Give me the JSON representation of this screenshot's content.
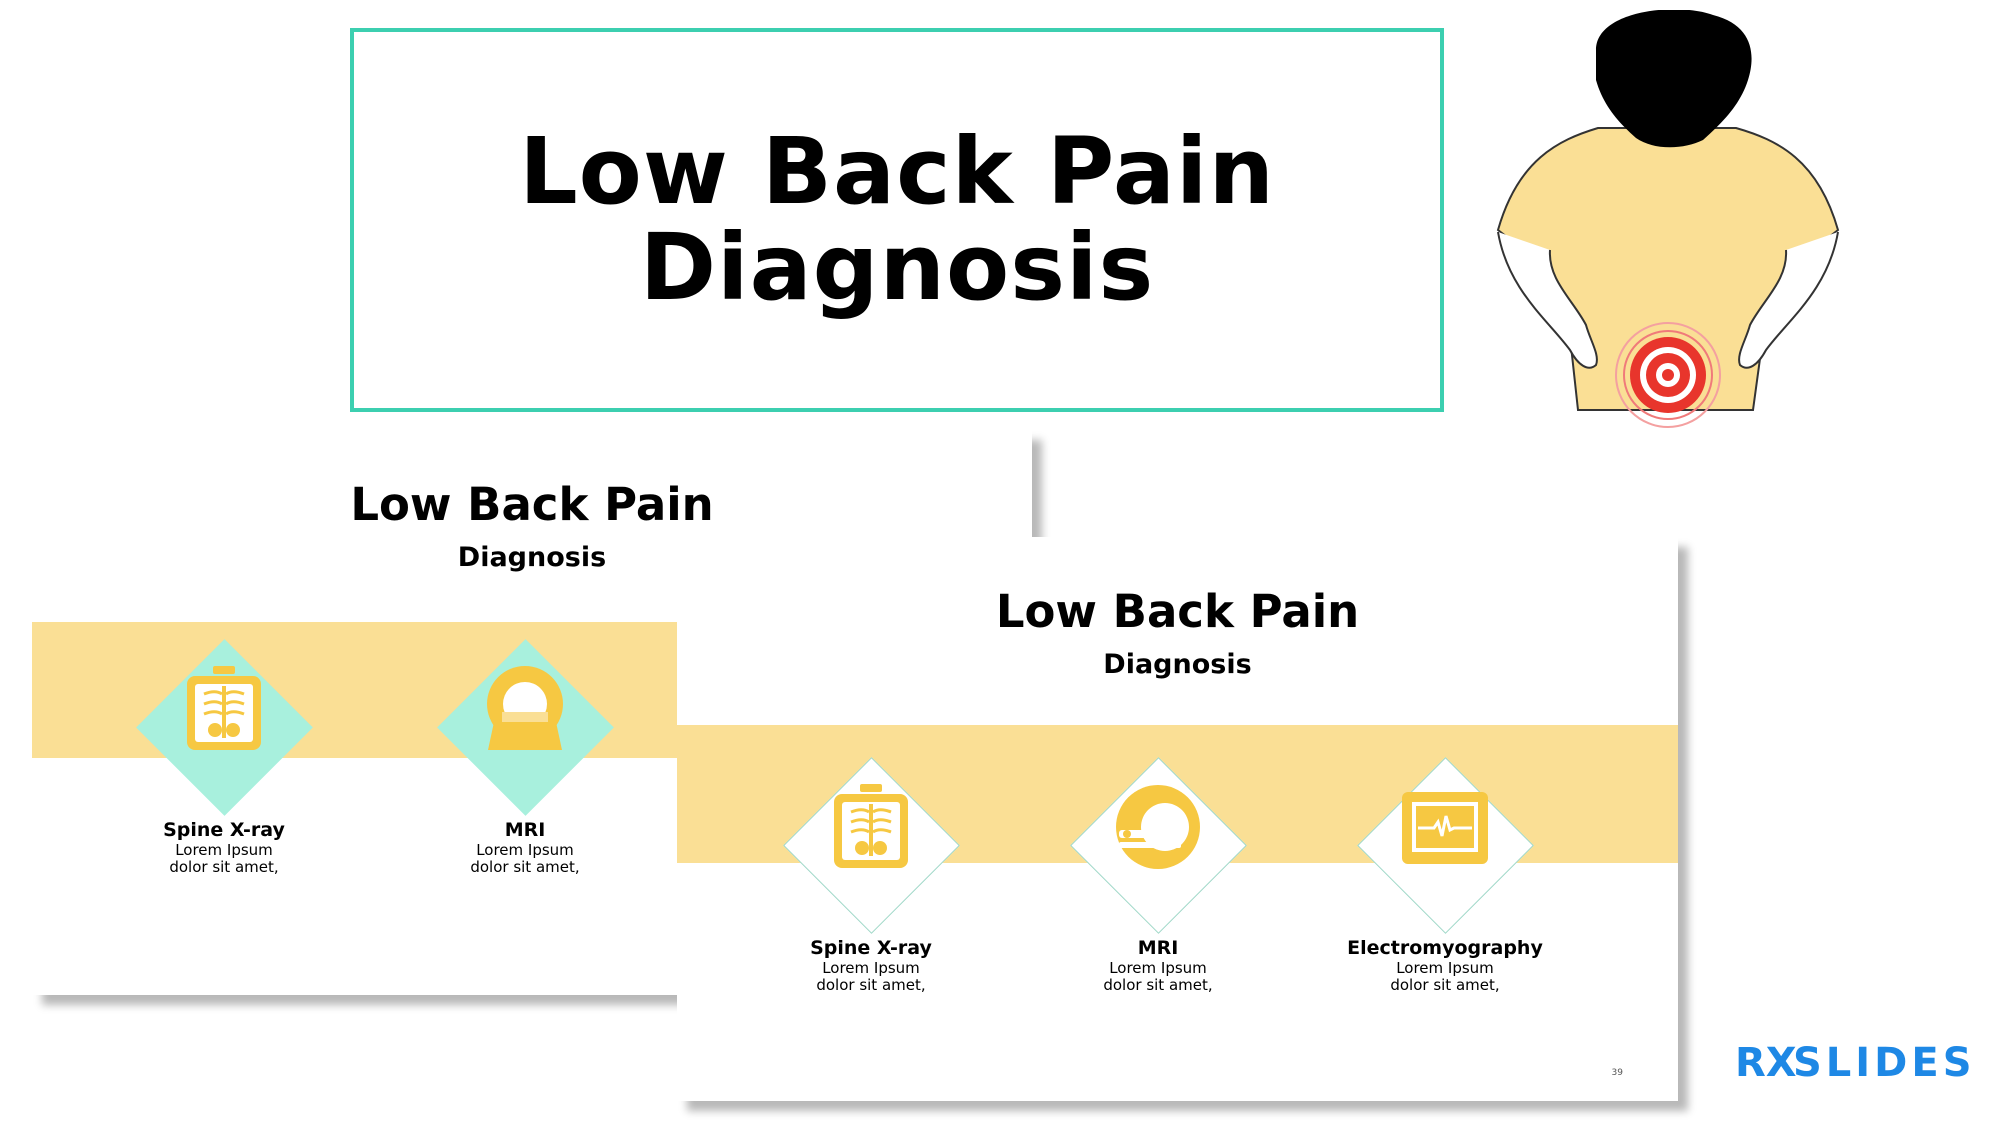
{
  "header": {
    "title_line1": "Low Back Pain",
    "title_line2": "Diagnosis"
  },
  "slides": [
    {
      "title": "Low Back Pain",
      "subtitle": "Diagnosis",
      "items": [
        {
          "label": "Spine X-ray",
          "desc_line1": "Lorem Ipsum",
          "desc_line2": "dolor sit amet,",
          "icon": "xray-icon"
        },
        {
          "label": "MRI",
          "desc_line1": "Lorem Ipsum",
          "desc_line2": "dolor sit amet,",
          "icon": "mri-icon"
        }
      ]
    },
    {
      "title": "Low Back Pain",
      "subtitle": "Diagnosis",
      "page_number": "39",
      "items": [
        {
          "label": "Spine X-ray",
          "desc_line1": "Lorem Ipsum",
          "desc_line2": "dolor sit amet,",
          "icon": "xray-icon"
        },
        {
          "label": "MRI",
          "desc_line1": "Lorem Ipsum",
          "desc_line2": "dolor sit amet,",
          "icon": "mri-icon"
        },
        {
          "label": "Electromyography",
          "desc_line1": "Lorem Ipsum",
          "desc_line2": "dolor sit amet,",
          "icon": "emg-monitor-icon"
        }
      ]
    }
  ],
  "brand": {
    "name_prefix": "RX",
    "name": "SLIDES"
  },
  "colors": {
    "frame_border": "#3ccfb0",
    "band": "#fadf95",
    "icon_fill": "#f6c842",
    "diamond_mint": "#a8f0dd",
    "pain_red": "#e8352c",
    "brand_blue": "#1e88e5"
  }
}
